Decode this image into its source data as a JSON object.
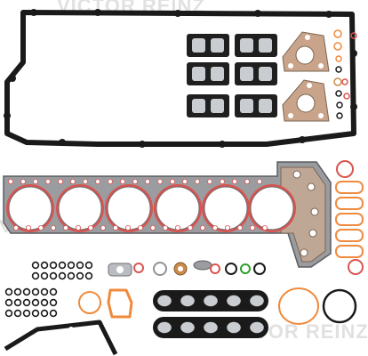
{
  "watermark": {
    "text": "VICTOR REINZ"
  },
  "colors": {
    "background": "#ffffff",
    "black_rubber": "#1a1a1a",
    "metal_gray": "#8f9297",
    "metal_light": "#c9ccd0",
    "red_seal": "#d9534f",
    "orange_seal": "#f08a3c",
    "copper": "#c98c4a",
    "fiber_tan": "#c8a58a"
  },
  "product": {
    "kind": "cylinder head gasket set",
    "cylinders": 6
  }
}
